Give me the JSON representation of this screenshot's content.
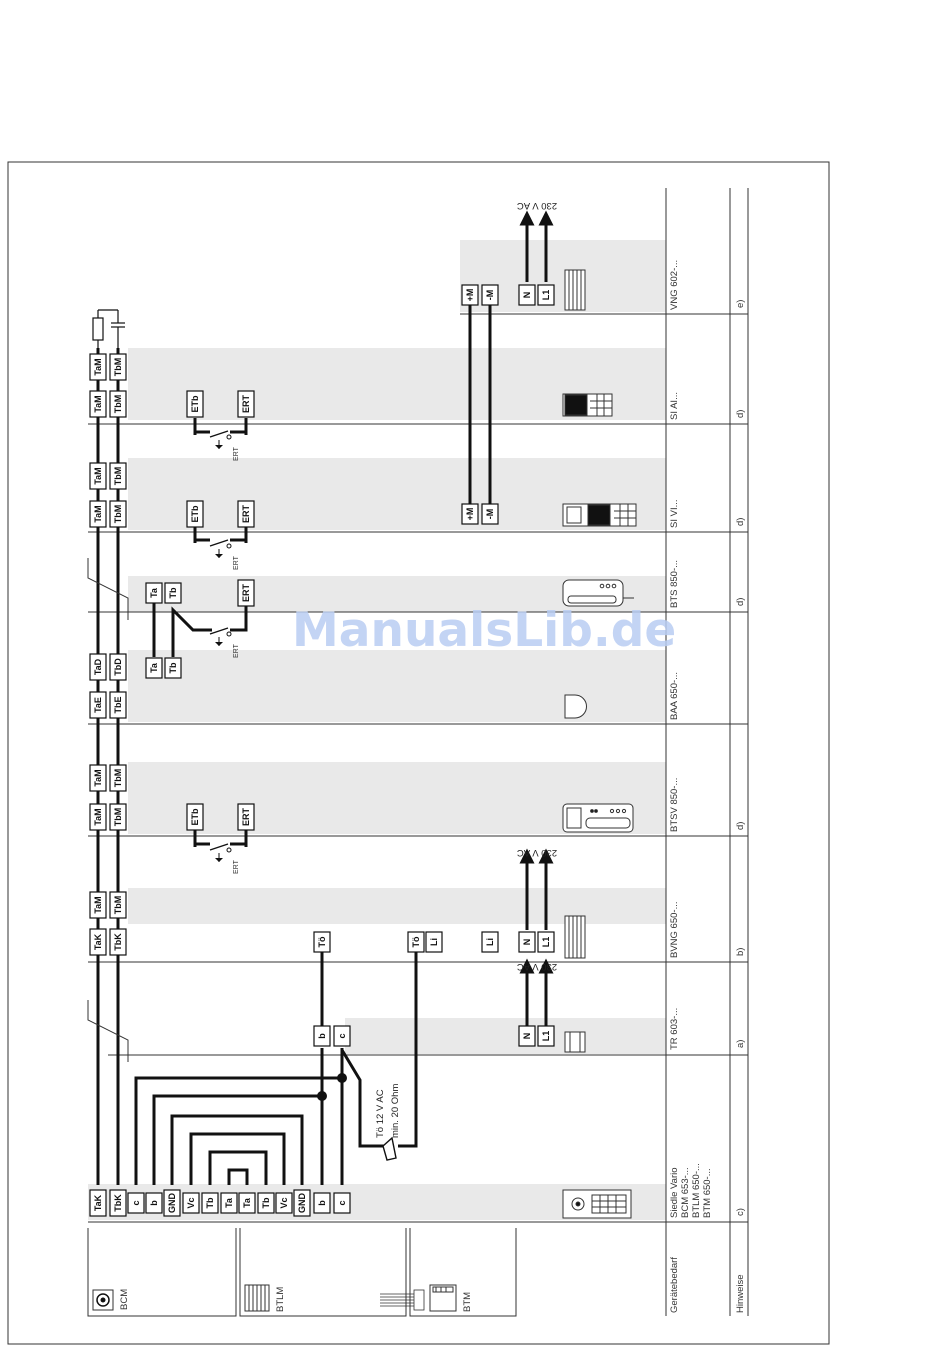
{
  "watermark": "ManualsLib.de",
  "bottom_rows": {
    "hints_label": "Hinweise",
    "equipment_label": "Gerätebedarf",
    "devices": [
      {
        "id": "c",
        "lines": [
          "Siedle Vario",
          "BCM 653-...",
          "BTLM 650-...",
          "BTM 650-..."
        ],
        "note": "c)"
      },
      {
        "id": "a",
        "lines": [
          "TR 603-..."
        ],
        "note": "a)"
      },
      {
        "id": "b",
        "lines": [
          "BVNG 650-..."
        ],
        "note": "b)"
      },
      {
        "id": "d1",
        "lines": [
          "BTSV 850-..."
        ],
        "note": "d)"
      },
      {
        "id": "x",
        "lines": [
          "BAA 650-..."
        ],
        "note": ""
      },
      {
        "id": "d2",
        "lines": [
          "BTS 850-..."
        ],
        "note": "d)"
      },
      {
        "id": "d3",
        "lines": [
          "SI VI..."
        ],
        "note": "d)"
      },
      {
        "id": "d4",
        "lines": [
          "SI AI..."
        ],
        "note": "d)"
      },
      {
        "id": "e",
        "lines": [
          "VNG 602-..."
        ],
        "note": "e)"
      }
    ]
  },
  "modules": {
    "bcm": "BCM",
    "btlm": "BTLM",
    "btm": "BTM"
  },
  "labels": {
    "mains": "230 V AC",
    "ert": "ERT",
    "to_note_1": "Tö 12 V AC",
    "to_note_2": "min. 20 Ohm"
  },
  "terminals": {
    "vario_top": [
      "TaK",
      "TbK"
    ],
    "vario_pairs": [
      "c",
      "b",
      "GND",
      "Vc",
      "Tb",
      "Ta",
      "Ta",
      "Tb",
      "Vc",
      "GND",
      "b",
      "c"
    ],
    "tr_top": [
      "b",
      "c"
    ],
    "tr_bottom": [
      "N",
      "L1"
    ],
    "bvng_top": [
      "TaK",
      "TbK",
      "TaM",
      "TbM"
    ],
    "bvng_mid": [
      "Tö",
      "Tö",
      "Li",
      "Li"
    ],
    "bvng_bottom": [
      "N",
      "L1"
    ],
    "btsv_top": [
      "TaM",
      "TbM",
      "TaM",
      "TbM"
    ],
    "btsv_mid": [
      "ETb",
      "ERT"
    ],
    "baa_top": [
      "TaE",
      "TbE",
      "TaD",
      "TbD"
    ],
    "bts_left": [
      "Ta",
      "Tb"
    ],
    "bts_right": [
      "Ta",
      "Tb",
      "ERT"
    ],
    "sivi_top": [
      "TaM",
      "TbM",
      "TaM",
      "TbM"
    ],
    "sivi_mid": [
      "ETb",
      "ERT"
    ],
    "sivi_bottom": [
      "+M",
      "-M"
    ],
    "siai_top": [
      "TaM",
      "TbM",
      "TaM",
      "TbM"
    ],
    "siai_mid": [
      "ETb",
      "ERT"
    ],
    "vng_top": [
      "+M",
      "-M"
    ],
    "vng_bottom": [
      "N",
      "L1"
    ]
  },
  "colors": {
    "wire": "#111111",
    "band": "#e9e9e9",
    "frame": "#333333",
    "watermark": "#b9cdf3"
  }
}
